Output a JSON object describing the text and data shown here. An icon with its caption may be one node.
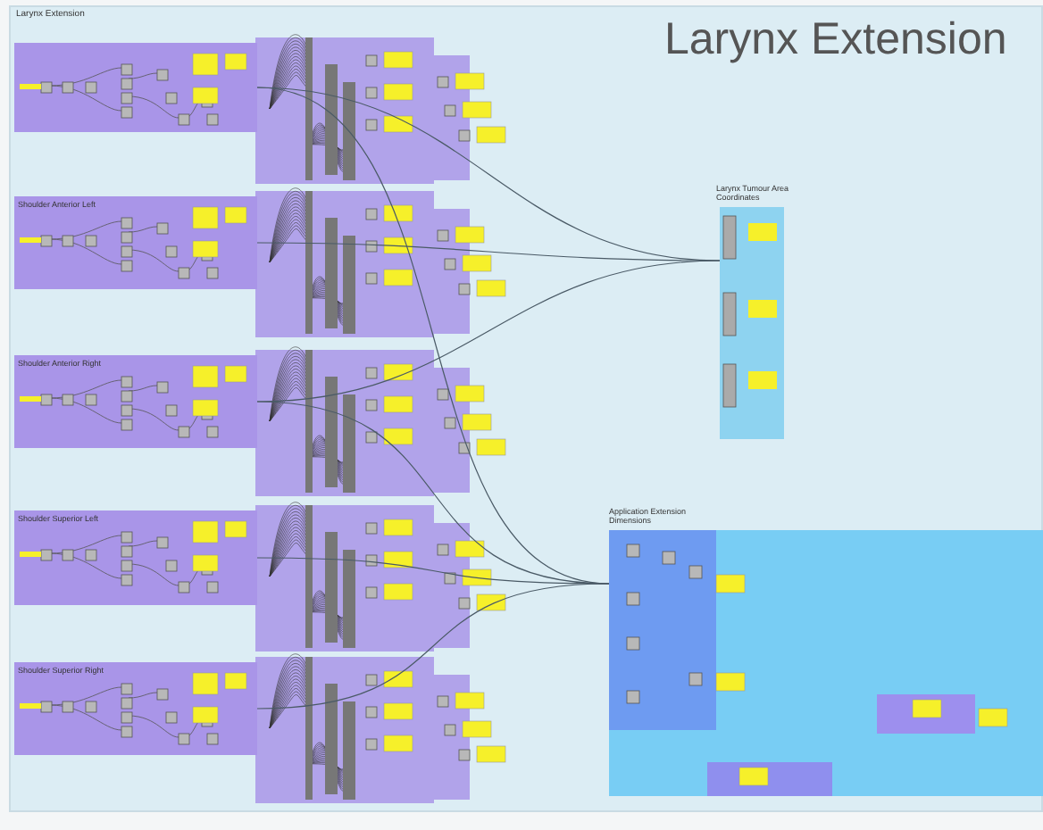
{
  "diagram": {
    "title": "Larynx Extension",
    "nodes": [
      {
        "text": [
          "Larynx Extension"
        ]
      },
      {
        "text": [],
        "shape": "box",
        "in": 0
      },
      {
        "text": [
          "Shoulder Anterior Left"
        ],
        "in": 0
      },
      {
        "text": [
          "Shoulder Anterior Right"
        ],
        "in": 0
      },
      {
        "text": [
          "Shoulder Superior Left"
        ],
        "in": 0
      },
      {
        "text": [
          "Shoulder Superior Right"
        ],
        "in": 0
      },
      {
        "text": [
          "Larynx Tumour Area Coordinates"
        ],
        "in": 0
      },
      {
        "text": [
          "Application Extension Dimensions"
        ],
        "in": 0
      }
    ],
    "edges": [
      {
        "from": 1,
        "to": 6,
        "arrow": "none"
      },
      {
        "from": 2,
        "to": 6,
        "arrow": "none"
      },
      {
        "from": 3,
        "to": 6,
        "arrow": "none"
      },
      {
        "from": 4,
        "to": 7,
        "arrow": "none"
      },
      {
        "from": 5,
        "to": 7,
        "arrow": "none"
      },
      {
        "from": 1,
        "to": 7,
        "arrow": "none"
      },
      {
        "from": 3,
        "to": 7,
        "arrow": "none"
      }
    ]
  }
}
